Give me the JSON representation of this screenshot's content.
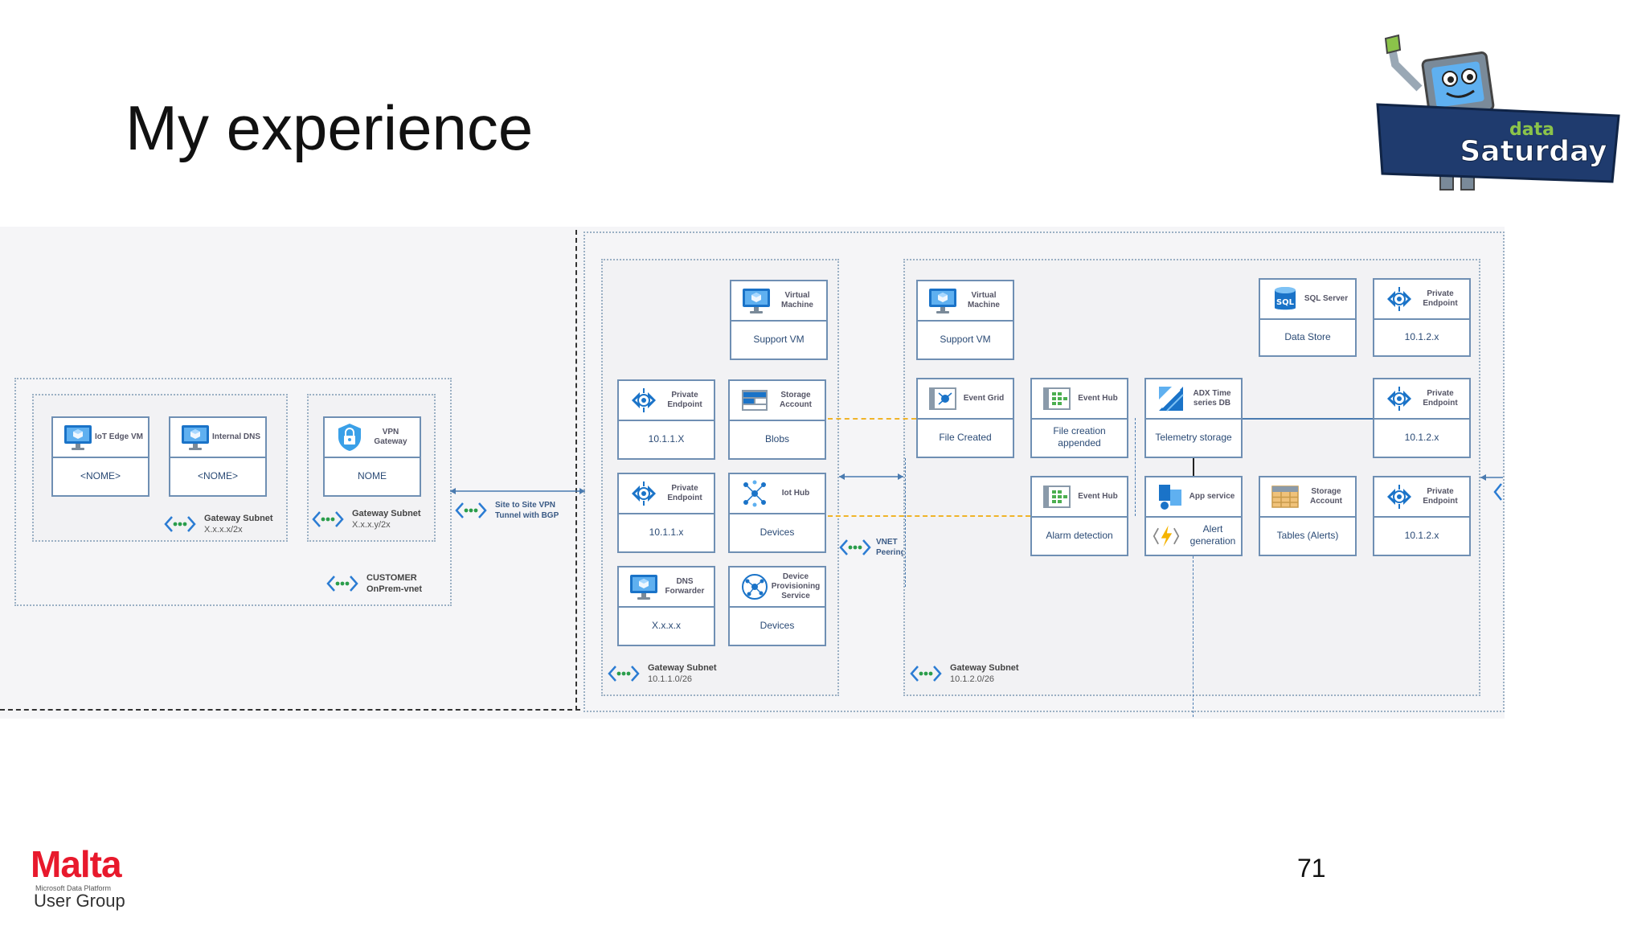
{
  "slide": {
    "title": "My experience",
    "page_number": "71"
  },
  "branding": {
    "event_logo_text_top": "data",
    "event_logo_text_main": "Saturday",
    "org_logo_name": "Malta",
    "org_logo_sub": "Microsoft Data Platform",
    "org_logo_group": "User Group"
  },
  "colors": {
    "card_border": "#6f8fb3",
    "dotted_border": "#9bb0c4",
    "vnet_icon": "#2a9d4b",
    "vnet_bracket": "#2b7cd3",
    "dashed_yellow": "#f0b429",
    "connector_blue": "#4a7bb0"
  },
  "onprem": {
    "cards": [
      {
        "title": "IoT Edge VM",
        "value": "<NOME>",
        "icon": "vm-icon"
      },
      {
        "title": "Internal DNS",
        "value": "<NOME>",
        "icon": "vm-icon"
      },
      {
        "title": "VPN Gateway",
        "value": "NOME",
        "icon": "vpn-gateway-icon"
      }
    ],
    "subnet_a": {
      "name": "Gateway Subnet",
      "range": "X.x.x.x/2x"
    },
    "subnet_b": {
      "name": "Gateway Subnet",
      "range": "X.x.x.y/2x"
    },
    "vnet": {
      "name": "CUSTOMER",
      "range": "OnPrem-vnet"
    }
  },
  "vpn_link": {
    "line1": "Site to Site VPN",
    "line2": "Tunnel with BGP"
  },
  "hub": {
    "cards": [
      {
        "title": "Virtual Machine",
        "value": "Support VM",
        "icon": "vm-icon"
      },
      {
        "title": "Private Endpoint",
        "value": "10.1.1.X",
        "icon": "private-endpoint-icon"
      },
      {
        "title": "Storage Account",
        "value": "Blobs",
        "icon": "storage-account-icon"
      },
      {
        "title": "Private Endpoint",
        "value": "10.1.1.x",
        "icon": "private-endpoint-icon"
      },
      {
        "title": "Iot Hub",
        "value": "Devices",
        "icon": "iot-hub-icon"
      },
      {
        "title": "DNS Forwarder",
        "value": "X.x.x.x",
        "icon": "vm-icon"
      },
      {
        "title": "Device Provisioning Service",
        "value": "Devices",
        "icon": "dps-icon"
      }
    ],
    "subnet": {
      "name": "Gateway Subnet",
      "range": "10.1.1.0/26"
    }
  },
  "peering": {
    "line1": "VNET",
    "line2": "Peering"
  },
  "spoke": {
    "cards": [
      {
        "title": "Virtual Machine",
        "value": "Support VM",
        "icon": "vm-icon"
      },
      {
        "title": "SQL Server",
        "value": "Data Store",
        "icon": "sql-server-icon"
      },
      {
        "title": "Private Endpoint",
        "value": "10.1.2.x",
        "icon": "private-endpoint-icon"
      },
      {
        "title": "Event Grid",
        "value": "File Created",
        "icon": "event-grid-icon"
      },
      {
        "title": "Event Hub",
        "value": "File creation appended",
        "icon": "event-hub-icon"
      },
      {
        "title": "ADX Time series DB",
        "value": "Telemetry storage",
        "icon": "adx-icon"
      },
      {
        "title": "Private Endpoint",
        "value": "10.1.2.x",
        "icon": "private-endpoint-icon"
      },
      {
        "title": "Event Hub",
        "value": "Alarm detection",
        "icon": "event-hub-icon"
      },
      {
        "title": "App service",
        "value": "Alert generation",
        "icon": "app-service-icon"
      },
      {
        "title": "Storage Account",
        "value": "Tables (Alerts)",
        "icon": "table-storage-icon"
      },
      {
        "title": "Private Endpoint",
        "value": "10.1.2.x",
        "icon": "private-endpoint-icon"
      }
    ],
    "subnet": {
      "name": "Gateway Subnet",
      "range": "10.1.2.0/26"
    }
  }
}
